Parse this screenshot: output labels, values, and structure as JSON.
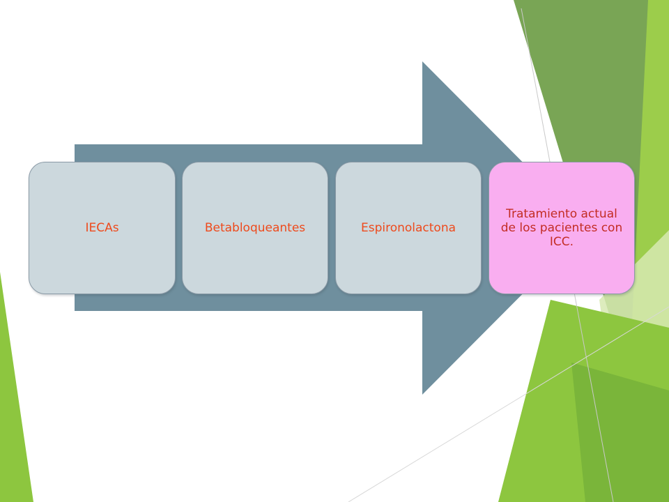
{
  "colors": {
    "arrow": "#6f8f9e",
    "box_fill": "#ccd8dd",
    "box_text": "#ee4a1c",
    "highlight_fill": "#f9aef0",
    "highlight_text": "#c32d24",
    "accent_green": "#8dc63f",
    "accent_green_dark": "#5f9a3a",
    "accent_green_light": "#d7e9b2"
  },
  "diagram": {
    "steps": [
      {
        "label": "IECAs"
      },
      {
        "label": "Betabloqueantes"
      },
      {
        "label": "Espironolactona"
      },
      {
        "label": "Tratamiento actual de los pacientes con ICC.",
        "highlight": true
      }
    ]
  }
}
